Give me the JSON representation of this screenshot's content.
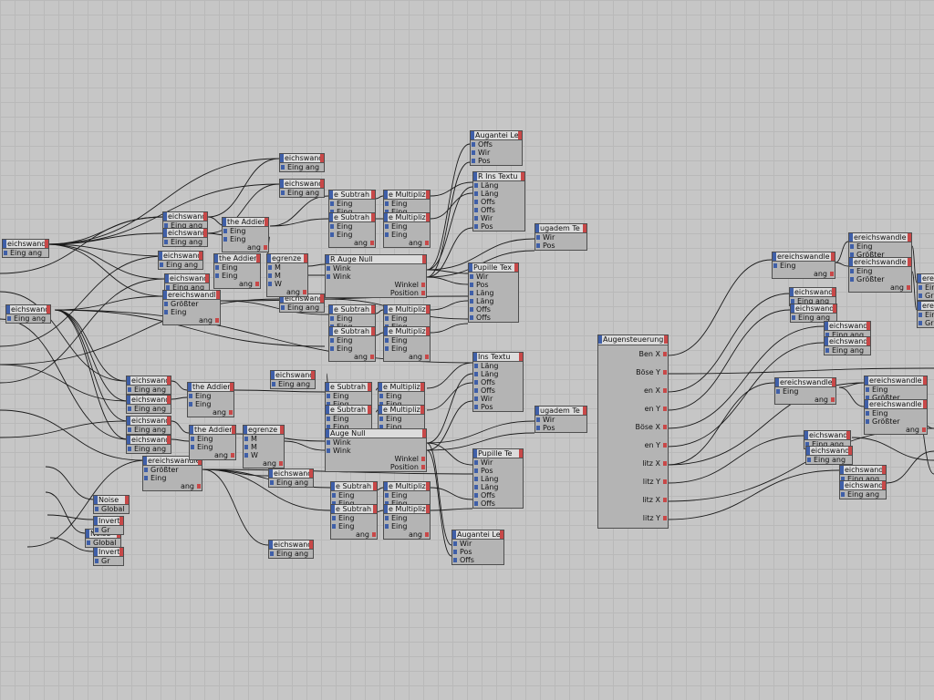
{
  "editor": {
    "nodes": [
      {
        "title": "eichswand",
        "inputs": [
          "Eing ang"
        ],
        "outputs": []
      },
      {
        "title": "eichswand",
        "inputs": [
          "Eing ang"
        ],
        "outputs": []
      },
      {
        "title": "eichswand",
        "inputs": [
          "Eing ang"
        ],
        "outputs": []
      },
      {
        "title": "eichswand",
        "inputs": [
          "Eing ang"
        ],
        "outputs": []
      },
      {
        "title": "eichswand",
        "inputs": [
          "Eing ang"
        ],
        "outputs": []
      },
      {
        "title": "eichswand",
        "inputs": [
          "Eing ang"
        ],
        "outputs": []
      },
      {
        "title": "eichswand",
        "inputs": [
          "Eing ang"
        ],
        "outputs": []
      },
      {
        "title": "eichswand",
        "inputs": [
          "Eing ang"
        ],
        "outputs": []
      },
      {
        "title": "eichswand",
        "inputs": [
          "Eing ang"
        ],
        "outputs": []
      },
      {
        "title": "eichswand",
        "inputs": [
          "Eing ang"
        ],
        "outputs": []
      },
      {
        "title": "eichswand",
        "inputs": [
          "Eing ang"
        ],
        "outputs": []
      },
      {
        "title": "eichswand",
        "inputs": [
          "Eing ang"
        ],
        "outputs": []
      },
      {
        "title": "eichswand",
        "inputs": [
          "Eing ang"
        ],
        "outputs": []
      },
      {
        "title": "eichswand",
        "inputs": [
          "Eing ang"
        ],
        "outputs": []
      },
      {
        "title": "eichswand",
        "inputs": [
          "Eing ang"
        ],
        "outputs": []
      },
      {
        "title": "eichswand",
        "inputs": [
          "Eing ang"
        ],
        "outputs": []
      },
      {
        "title": "ereichswandle",
        "inputs": [
          "Größter",
          "Eing"
        ],
        "outputs": [
          "ang"
        ]
      },
      {
        "title": "ereichswandle",
        "inputs": [
          "Größter",
          "Eing"
        ],
        "outputs": [
          "ang"
        ]
      },
      {
        "title": "the Addier",
        "inputs": [
          "Eing",
          "Eing"
        ],
        "outputs": [
          "ang"
        ]
      },
      {
        "title": "the Addier",
        "inputs": [
          "Eing",
          "Eing"
        ],
        "outputs": [
          "ang"
        ]
      },
      {
        "title": "the Addier",
        "inputs": [
          "Eing",
          "Eing"
        ],
        "outputs": [
          "ang"
        ]
      },
      {
        "title": "the Addier",
        "inputs": [
          "Eing",
          "Eing"
        ],
        "outputs": [
          "ang"
        ]
      },
      {
        "title": "egrenze",
        "inputs": [
          "M",
          "M",
          "W"
        ],
        "outputs": [
          "ang"
        ]
      },
      {
        "title": "egrenze",
        "inputs": [
          "M",
          "M",
          "W"
        ],
        "outputs": [
          "ang"
        ]
      },
      {
        "title": "e Subtrah",
        "inputs": [
          "Eing",
          "Eing"
        ],
        "outputs": [
          "ang"
        ]
      },
      {
        "title": "e Subtrah",
        "inputs": [
          "Eing",
          "Eing"
        ],
        "outputs": [
          "ang"
        ]
      },
      {
        "title": "e Subtrah",
        "inputs": [
          "Eing",
          "Eing"
        ],
        "outputs": [
          "ang"
        ]
      },
      {
        "title": "e Subtrah",
        "inputs": [
          "Eing",
          "Eing"
        ],
        "outputs": [
          "ang"
        ]
      },
      {
        "title": "e Subtrah",
        "inputs": [
          "Eing",
          "Eing"
        ],
        "outputs": [
          "ang"
        ]
      },
      {
        "title": "e Subtrah",
        "inputs": [
          "Eing",
          "Eing"
        ],
        "outputs": [
          "ang"
        ]
      },
      {
        "title": "e Subtrah",
        "inputs": [
          "Eing",
          "Eing"
        ],
        "outputs": [
          "ang"
        ]
      },
      {
        "title": "e Subtrah",
        "inputs": [
          "Eing",
          "Eing"
        ],
        "outputs": [
          "ang"
        ]
      },
      {
        "title": "e Multipliz",
        "inputs": [
          "Eing",
          "Eing"
        ],
        "outputs": [
          "ang"
        ]
      },
      {
        "title": "e Multipliz",
        "inputs": [
          "Eing",
          "Eing"
        ],
        "outputs": [
          "ang"
        ]
      },
      {
        "title": "e Multipliz",
        "inputs": [
          "Eing",
          "Eing"
        ],
        "outputs": [
          "ang"
        ]
      },
      {
        "title": "e Multipliz",
        "inputs": [
          "Eing",
          "Eing"
        ],
        "outputs": [
          "ang"
        ]
      },
      {
        "title": "e Multipliz",
        "inputs": [
          "Eing",
          "Eing"
        ],
        "outputs": [
          "ang"
        ]
      },
      {
        "title": "e Multipliz",
        "inputs": [
          "Eing",
          "Eing"
        ],
        "outputs": [
          "ang"
        ]
      },
      {
        "title": "e Multipliz",
        "inputs": [
          "Eing",
          "Eing"
        ],
        "outputs": [
          "ang"
        ]
      },
      {
        "title": "e Multipliz",
        "inputs": [
          "Eing",
          "Eing"
        ],
        "outputs": [
          "ang"
        ]
      },
      {
        "title": "R Auge Null",
        "inputs": [
          "Wink",
          "Wink"
        ],
        "outputs": [
          "Winkel",
          "Position"
        ]
      },
      {
        "title": "Auge Null",
        "inputs": [
          "Wink",
          "Wink"
        ],
        "outputs": [
          "Winkel",
          "Position"
        ]
      },
      {
        "title": "Augantei Le",
        "inputs": [
          "Offs",
          "Wir",
          "Pos"
        ],
        "outputs": []
      },
      {
        "title": "R Ins Textu",
        "inputs": [
          "Läng",
          "Läng",
          "Offs",
          "Offs",
          "Wir",
          "Pos"
        ],
        "outputs": []
      },
      {
        "title": "Pupille Tex",
        "inputs": [
          "Wir",
          "Pos",
          "Läng",
          "Läng",
          "Offs",
          "Offs"
        ],
        "outputs": []
      },
      {
        "title": "ugadem Te",
        "inputs": [
          "Wir",
          "Pos"
        ],
        "outputs": []
      },
      {
        "title": "Ins Textu",
        "inputs": [
          "Läng",
          "Läng",
          "Offs",
          "Offs",
          "Wir",
          "Pos"
        ],
        "outputs": []
      },
      {
        "title": "ugadem Te",
        "inputs": [
          "Wir",
          "Pos"
        ],
        "outputs": []
      },
      {
        "title": "Pupille Te",
        "inputs": [
          "Wir",
          "Pos",
          "Läng",
          "Läng",
          "Offs",
          "Offs"
        ],
        "outputs": []
      },
      {
        "title": "Augantei Le",
        "inputs": [
          "Wir",
          "Pos",
          "Offs"
        ],
        "outputs": []
      },
      {
        "title": "Noise",
        "inputs": [
          "Global"
        ],
        "outputs": []
      },
      {
        "title": "Noise",
        "inputs": [
          "Global"
        ],
        "outputs": []
      },
      {
        "title": "Invert",
        "inputs": [
          "Gr"
        ],
        "outputs": []
      },
      {
        "title": "Invert",
        "inputs": [
          "Gr"
        ],
        "outputs": []
      },
      {
        "title": "Augensteuerung",
        "inputs": [],
        "outputs": [
          "Ben X",
          "Böse Y",
          "en X",
          "en Y",
          "Böse X",
          "en Y",
          "litz X",
          "litz Y",
          "litz X",
          "litz Y"
        ]
      },
      {
        "title": "ereichswandle",
        "inputs": [
          "Eing"
        ],
        "outputs": [
          "ang"
        ]
      },
      {
        "title": "ereichswandle",
        "inputs": [
          "Eing"
        ],
        "outputs": [
          "ang"
        ]
      },
      {
        "title": "eichswand",
        "inputs": [
          "Eing ang"
        ],
        "outputs": []
      },
      {
        "title": "eichswand",
        "inputs": [
          "Eing ang"
        ],
        "outputs": []
      },
      {
        "title": "eichswand",
        "inputs": [
          "Eing ang"
        ],
        "outputs": []
      },
      {
        "title": "eichswand",
        "inputs": [
          "Eing ang"
        ],
        "outputs": []
      },
      {
        "title": "eichswand",
        "inputs": [
          "Eing ang"
        ],
        "outputs": []
      },
      {
        "title": "eichswand",
        "inputs": [
          "Eing ang"
        ],
        "outputs": []
      },
      {
        "title": "eichswand",
        "inputs": [
          "Eing ang"
        ],
        "outputs": []
      },
      {
        "title": "eichswand",
        "inputs": [
          "Eing ang"
        ],
        "outputs": []
      },
      {
        "title": "ereichswandle",
        "inputs": [
          "Eing",
          "Größter"
        ],
        "outputs": [
          "ang"
        ]
      },
      {
        "title": "ereichswandle",
        "inputs": [
          "Eing",
          "Größter"
        ],
        "outputs": [
          "ang"
        ]
      },
      {
        "title": "ereichswandle",
        "inputs": [
          "Eing",
          "Größter"
        ],
        "outputs": [
          "ang"
        ]
      },
      {
        "title": "ereichswandle",
        "inputs": [
          "Eing",
          "Größter"
        ],
        "outputs": [
          "ang"
        ]
      },
      {
        "title": "ereich",
        "inputs": [
          "Eing",
          "Gr"
        ],
        "outputs": []
      },
      {
        "title": "ereich",
        "inputs": [
          "Eing",
          "Gr"
        ],
        "outputs": []
      }
    ]
  }
}
